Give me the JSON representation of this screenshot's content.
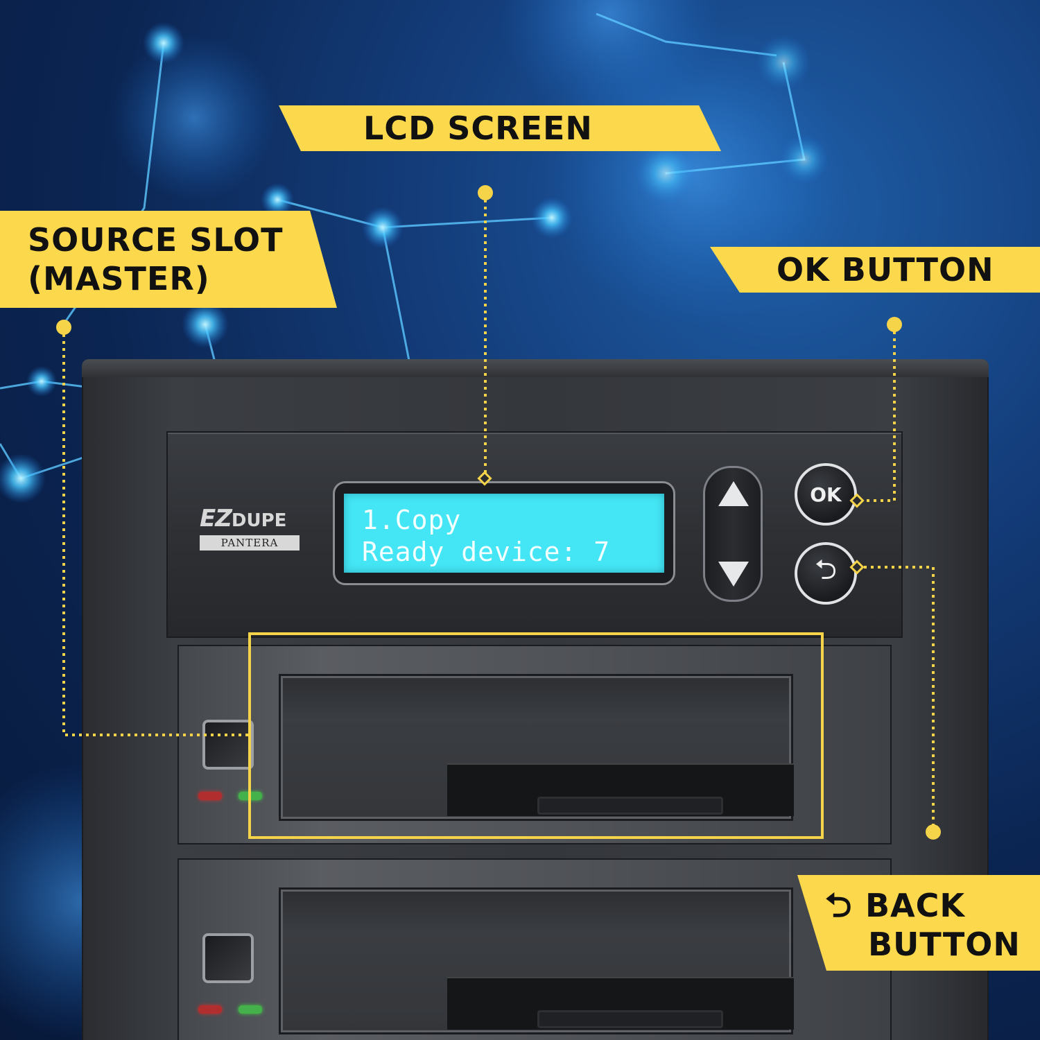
{
  "device": {
    "brand_ez": "EZ",
    "brand_dupe": "DUPE",
    "brand_model": "PANTERA",
    "lcd_line1": "1.Copy",
    "lcd_line2": "Ready device: 7",
    "ok_label": "OK",
    "back_glyph": "⮌"
  },
  "callouts": {
    "lcd": "LCD SCREEN",
    "source_line1": "SOURCE SLOT",
    "source_line2": "(MASTER)",
    "ok": "OK BUTTON",
    "back_line1": "BACK",
    "back_line2": "BUTTON",
    "back_icon": "⮌"
  },
  "colors": {
    "label_yellow": "#fcd94c",
    "lcd_cyan": "#44e6f5",
    "background_blue": "#143e7c"
  }
}
